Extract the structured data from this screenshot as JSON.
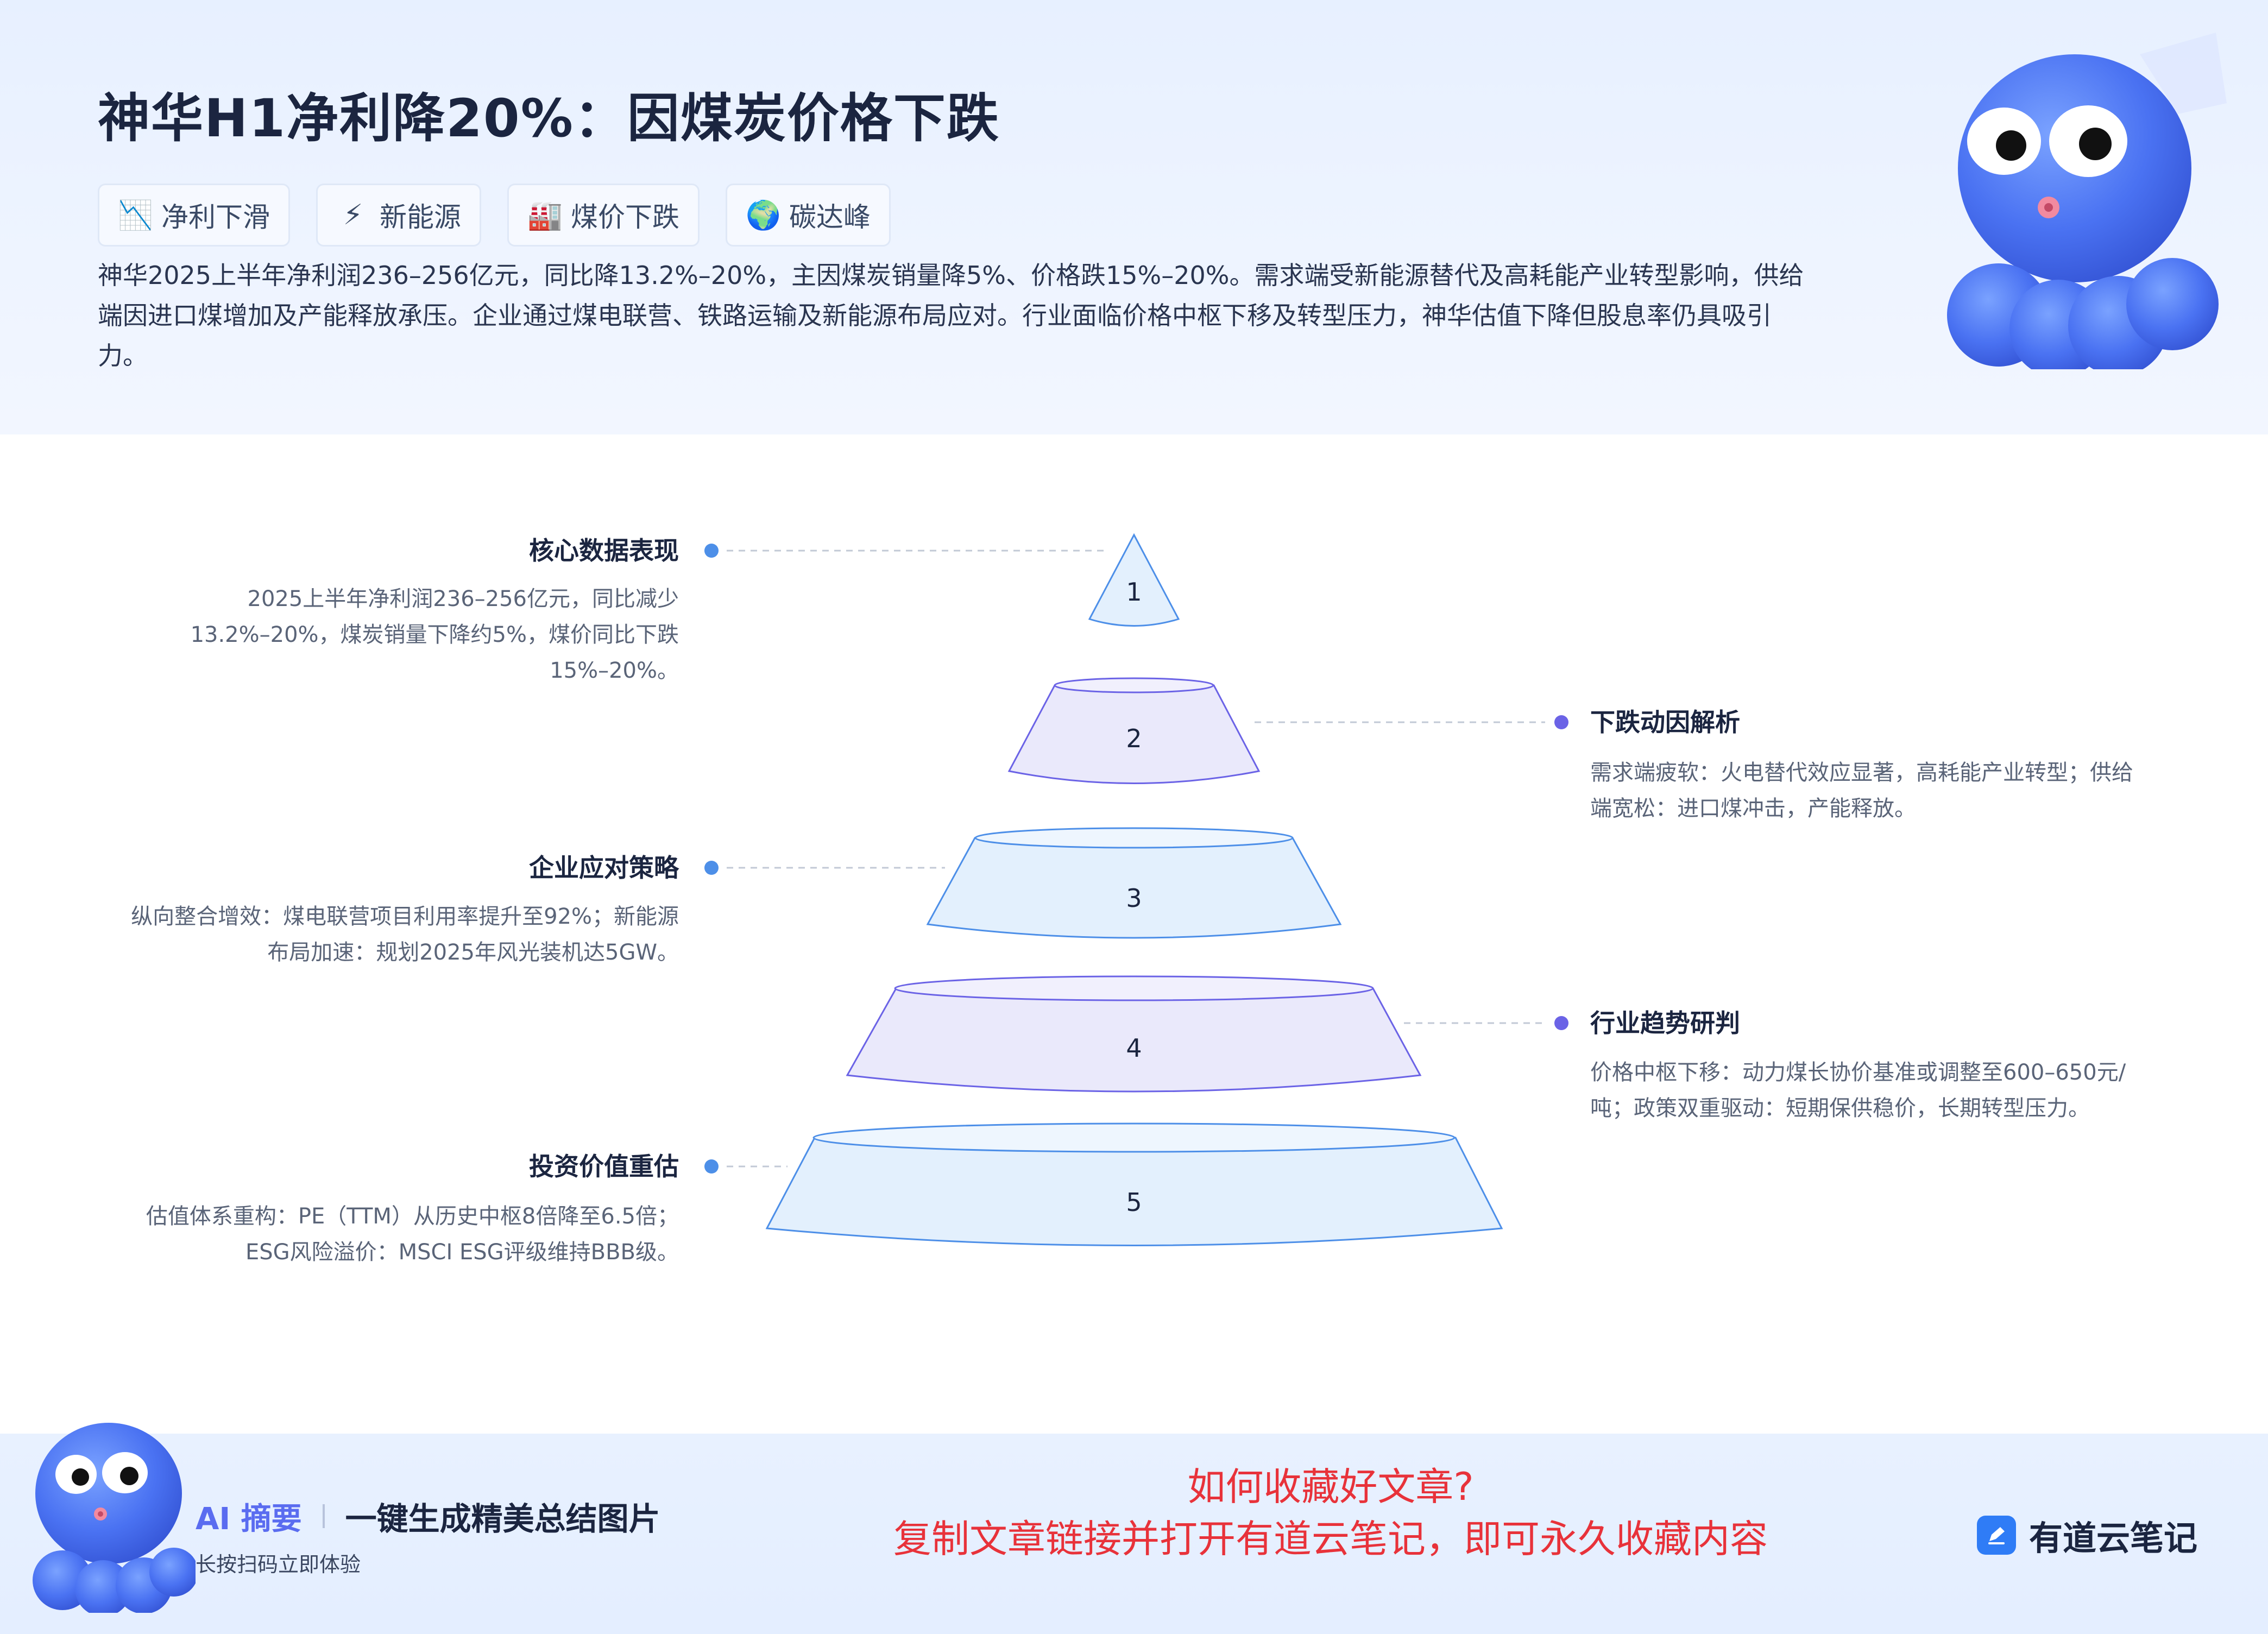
{
  "header": {
    "title": "神华H1净利降20%：因煤炭价格下跌",
    "tags": [
      {
        "icon": "📉",
        "icon_name": "chart-down-icon",
        "label": "净利下滑"
      },
      {
        "icon": "⚡",
        "icon_name": "lightning-icon",
        "label": "新能源"
      },
      {
        "icon": "🏭",
        "icon_name": "factory-icon",
        "label": "煤价下跌"
      },
      {
        "icon": "🌍",
        "icon_name": "globe-icon",
        "label": "碳达峰"
      }
    ],
    "summary": "神华2025上半年净利润236–256亿元，同比降13.2%–20%，主因煤炭销量降5%、价格跌15%–20%。需求端受新能源替代及高耗能产业转型影响，供给端因进口煤增加及产能释放承压。企业通过煤电联营、铁路运输及新能源布局应对。行业面临价格中枢下移及转型压力，神华估值下降但股息率仍具吸引力。"
  },
  "pyramid": {
    "levels": [
      {
        "number": "1",
        "title": "核心数据表现",
        "desc": [
          "2025上半年净利润236–256亿元，同比减少",
          "13.2%–20%，煤炭销量下降约5%，煤价同比下跌",
          "15%–20%。"
        ]
      },
      {
        "number": "2",
        "title": "下跌动因解析",
        "desc": [
          "需求端疲软：火电替代效应显著，高耗能产业转型；供给",
          "端宽松：进口煤冲击，产能释放。"
        ]
      },
      {
        "number": "3",
        "title": "企业应对策略",
        "desc": [
          "纵向整合增效：煤电联营项目利用率提升至92%；新能源",
          "布局加速：规划2025年风光装机达5GW。"
        ]
      },
      {
        "number": "4",
        "title": "行业趋势研判",
        "desc": [
          "价格中枢下移：动力煤长协价基准或调整至600–650元/",
          "吨；政策双重驱动：短期保供稳价，长期转型压力。"
        ]
      },
      {
        "number": "5",
        "title": "投资价值重估",
        "desc": [
          "估值体系重构：PE（TTM）从历史中枢8倍降至6.5倍；",
          "ESG风险溢价：MSCI ESG评级维持BBB级。"
        ]
      }
    ]
  },
  "footer": {
    "ai_label": "AI 摘要",
    "slogan": "一键生成精美总结图片",
    "sub": "长按扫码立即体验",
    "promo_line1": "如何收藏好文章?",
    "promo_line2": "复制文章链接并打开有道云笔记，即可永久收藏内容",
    "brand": "有道云笔记"
  },
  "colors": {
    "accent_blue": "#4d8fe8",
    "accent_purple": "#6b63e6",
    "promo_red": "#e8323a",
    "mascot_blue": "#3f6df2"
  }
}
